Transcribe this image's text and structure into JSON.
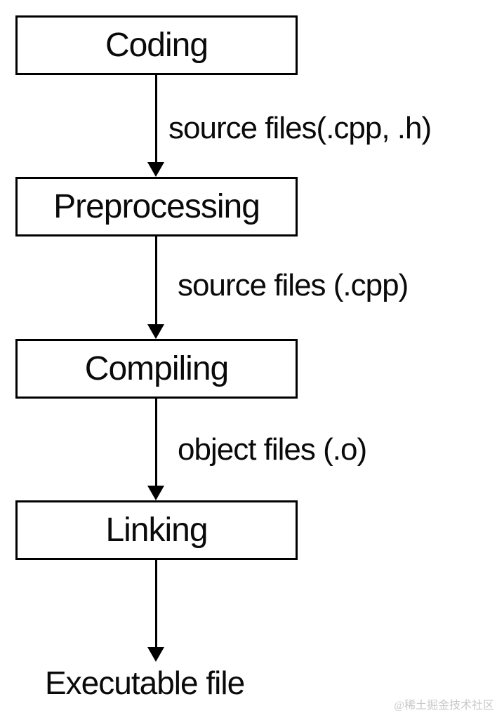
{
  "diagram": {
    "type": "flowchart",
    "direction": "top-to-bottom",
    "nodes": [
      {
        "id": "coding",
        "label": "Coding"
      },
      {
        "id": "preprocessing",
        "label": "Preprocessing"
      },
      {
        "id": "compiling",
        "label": "Compiling"
      },
      {
        "id": "linking",
        "label": "Linking"
      }
    ],
    "edges": [
      {
        "from": "coding",
        "to": "preprocessing",
        "label": "source files(.cpp, .h)"
      },
      {
        "from": "preprocessing",
        "to": "compiling",
        "label": "source files (.cpp)"
      },
      {
        "from": "compiling",
        "to": "linking",
        "label": "object files (.o)"
      },
      {
        "from": "linking",
        "to": "executable-file",
        "label": ""
      }
    ],
    "end_label": "Executable file",
    "watermark": "@稀土掘金技术社区",
    "colors": {
      "background": "#ffffff",
      "box_border": "#000000",
      "line": "#000000",
      "text": "#0a0a0a",
      "watermark": "#c8c8c8"
    }
  }
}
